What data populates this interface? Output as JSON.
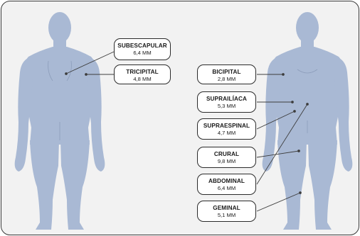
{
  "colors": {
    "silhouette": "#a9b9d4",
    "line": "#3d3d3d",
    "panel_bg": "#f2f2f2"
  },
  "figures": {
    "back_view": "human-back-silhouette",
    "front_view": "human-front-silhouette"
  },
  "measurements": {
    "subescapular": {
      "name": "SUBESCAPULAR",
      "value": "6,4 MM"
    },
    "tricipital": {
      "name": "TRICIPITAL",
      "value": "4,8 MM"
    },
    "bicipital": {
      "name": "BICIPITAL",
      "value": "2,8 MM"
    },
    "suprailiaca": {
      "name": "SUPRAILÍACA",
      "value": "5,3 MM"
    },
    "supraespinal": {
      "name": "SUPRAESPINAL",
      "value": "4,7 MM"
    },
    "crural": {
      "name": "CRURAL",
      "value": "9,8 MM"
    },
    "abdominal": {
      "name": "ABDOMINAL",
      "value": "6,4 MM"
    },
    "geminal": {
      "name": "GEMINAL",
      "value": "5,1 MM"
    }
  }
}
